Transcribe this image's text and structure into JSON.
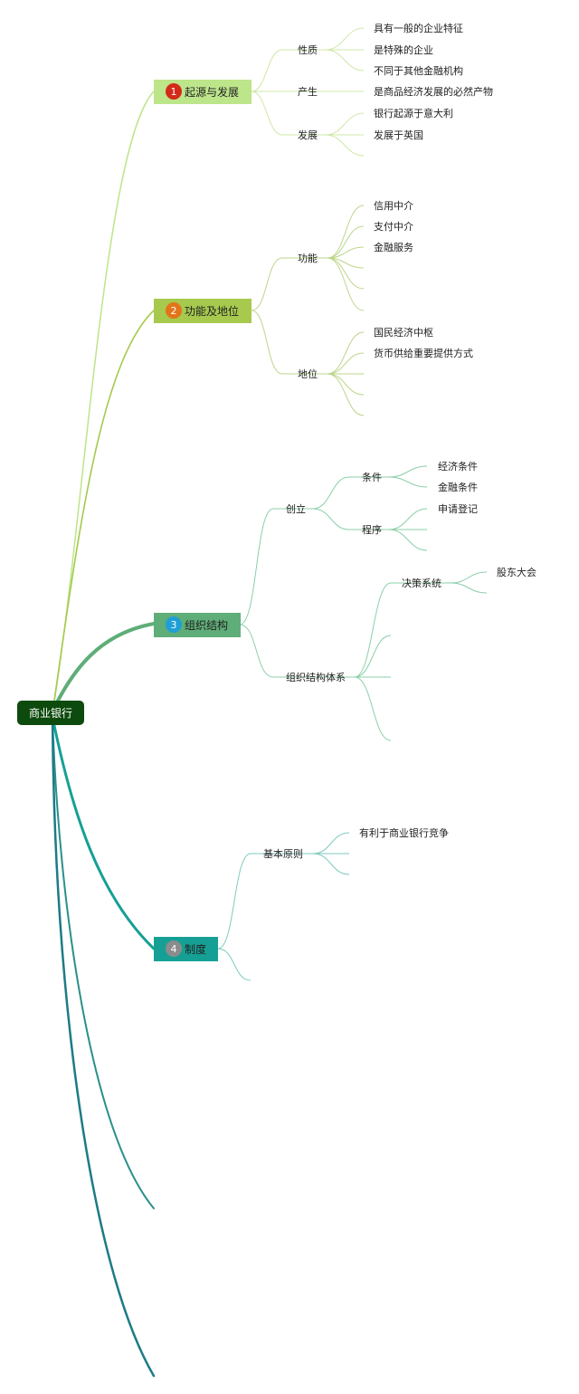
{
  "root": {
    "label": "商业银行"
  },
  "colors": {
    "root_bg": "#0d4a0d",
    "branch1": "#bde58a",
    "branch2": "#a6c94e",
    "branch3": "#5fad78",
    "branch4": "#16a095",
    "trail1": "#2a9088",
    "trail2": "#1c7b86",
    "badge1": "#d42a1a",
    "badge2": "#e3741a",
    "badge3": "#1e9fd6",
    "badge4": "#8c8c8c"
  },
  "branches": [
    {
      "num": "1",
      "label": "起源与发展",
      "children": [
        {
          "label": "性质",
          "children": [
            {
              "label": "具有一般的企业特征"
            },
            {
              "label": "是特殊的企业"
            },
            {
              "label": "不同于其他金融机构"
            }
          ]
        },
        {
          "label": "产生",
          "children": [
            {
              "label": "是商品经济发展的必然产物"
            }
          ]
        },
        {
          "label": "发展",
          "children": [
            {
              "label": "银行起源于意大利"
            },
            {
              "label": "发展于英国"
            },
            {
              "label": ""
            }
          ]
        }
      ]
    },
    {
      "num": "2",
      "label": "功能及地位",
      "children": [
        {
          "label": "功能",
          "children": [
            {
              "label": "信用中介"
            },
            {
              "label": "支付中介"
            },
            {
              "label": "金融服务"
            },
            {
              "label": ""
            },
            {
              "label": ""
            },
            {
              "label": ""
            }
          ]
        },
        {
          "label": "地位",
          "children": [
            {
              "label": "国民经济中枢"
            },
            {
              "label": "货币供给重要提供方式"
            },
            {
              "label": ""
            },
            {
              "label": ""
            },
            {
              "label": ""
            }
          ]
        }
      ]
    },
    {
      "num": "3",
      "label": "组织结构",
      "children": [
        {
          "label": "创立",
          "children": [
            {
              "label": "条件",
              "children": [
                {
                  "label": "经济条件"
                },
                {
                  "label": "金融条件"
                }
              ]
            },
            {
              "label": "程序",
              "children": [
                {
                  "label": "申请登记"
                },
                {
                  "label": ""
                },
                {
                  "label": ""
                }
              ]
            }
          ]
        },
        {
          "label": "组织结构体系",
          "children": [
            {
              "label": "决策系统",
              "children": [
                {
                  "label": "股东大会"
                },
                {
                  "label": ""
                }
              ]
            },
            {
              "label": ""
            },
            {
              "label": ""
            },
            {
              "label": ""
            }
          ]
        }
      ]
    },
    {
      "num": "4",
      "label": "制度",
      "children": [
        {
          "label": "基本原则",
          "children": [
            {
              "label": "有利于商业银行竞争"
            },
            {
              "label": ""
            },
            {
              "label": ""
            }
          ]
        },
        {
          "label": ""
        }
      ]
    }
  ]
}
